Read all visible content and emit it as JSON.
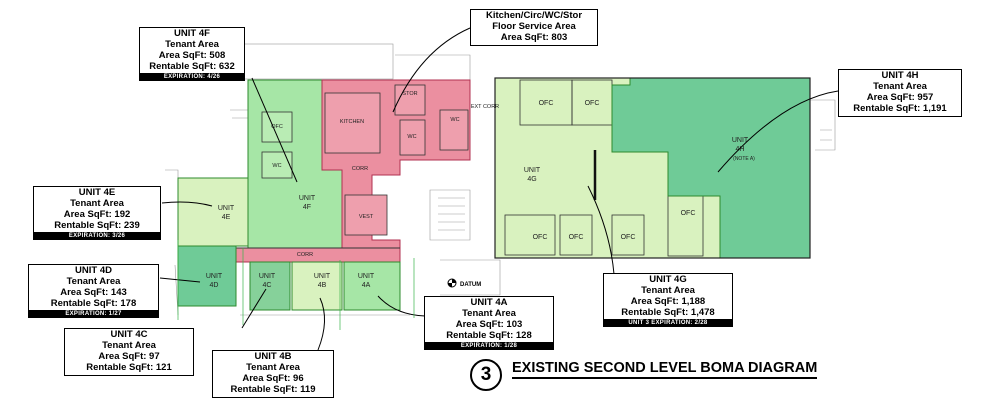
{
  "labels": {
    "u4f": "UNIT 4F",
    "u4e": "UNIT 4E",
    "u4d": "UNIT 4D",
    "u4c": "UNIT 4C",
    "u4b": "UNIT 4B",
    "u4a": "UNIT 4A",
    "u4g": "UNIT 4G",
    "u4h": "UNIT 4H",
    "unit": "UNIT",
    "n4f": "4F",
    "n4e": "4E",
    "n4d": "4D",
    "n4c": "4C",
    "n4b": "4B",
    "n4a": "4A",
    "n4g": "4G",
    "n4h": "4H",
    "note_a": "(NOTE A)",
    "ofc": "OFC",
    "wc": "WC",
    "kitchen": "KITCHEN",
    "stor": "STOR",
    "corr": "CORR",
    "vest": "VEST",
    "ext_corr": "EXT CORR",
    "datum": "DATUM"
  },
  "callouts": [
    {
      "id": "4f",
      "lines": [
        "UNIT 4F",
        "Tenant Area",
        "Area SqFt:  508",
        "Rentable SqFt:  632"
      ],
      "expiration": "EXPIRATION: 4/26"
    },
    {
      "id": "kitchen",
      "lines": [
        "Kitchen/Circ/WC/Stor",
        "Floor Service Area",
        "Area SqFt:  803"
      ],
      "expiration": ""
    },
    {
      "id": "4h",
      "lines": [
        "UNIT 4H",
        "Tenant Area",
        "Area SqFt:  957",
        "Rentable SqFt: 1,191"
      ],
      "expiration": ""
    },
    {
      "id": "4e",
      "lines": [
        "UNIT 4E",
        "Tenant Area",
        "Area SqFt:  192",
        "Rentable SqFt:  239"
      ],
      "expiration": "EXPIRATION: 3/26"
    },
    {
      "id": "4d",
      "lines": [
        "UNIT 4D",
        "Tenant Area",
        "Area SqFt:  143",
        "Rentable SqFt:  178"
      ],
      "expiration": "EXPIRATION: 1/27"
    },
    {
      "id": "4a",
      "lines": [
        "UNIT 4A",
        "Tenant Area",
        "Area SqFt:  103",
        "Rentable SqFt:  128"
      ],
      "expiration": "EXPIRATION: 1/28"
    },
    {
      "id": "4g",
      "lines": [
        "UNIT 4G",
        "Tenant Area",
        "Area SqFt: 1,188",
        "Rentable SqFt: 1,478"
      ],
      "expiration": "UNIT 3 EXPIRATION: 2/28"
    },
    {
      "id": "4c",
      "lines": [
        "UNIT 4C",
        "Tenant Area",
        "Area SqFt:  97",
        "Rentable SqFt:  121"
      ],
      "expiration": ""
    },
    {
      "id": "4b",
      "lines": [
        "UNIT 4B",
        "Tenant Area",
        "Area SqFt:  96",
        "Rentable SqFt:  119"
      ],
      "expiration": ""
    }
  ],
  "title": {
    "number": "3",
    "text": "EXISTING SECOND LEVEL BOMA DIAGRAM"
  },
  "colors": {
    "tenant_light": "#d9f2bf",
    "tenant_green": "#a6e6a6",
    "tenant_medium": "#86d19a",
    "tenant_dark": "#6fcb97",
    "service_red": "#eb8fa0",
    "line": "#1a1a1a"
  }
}
